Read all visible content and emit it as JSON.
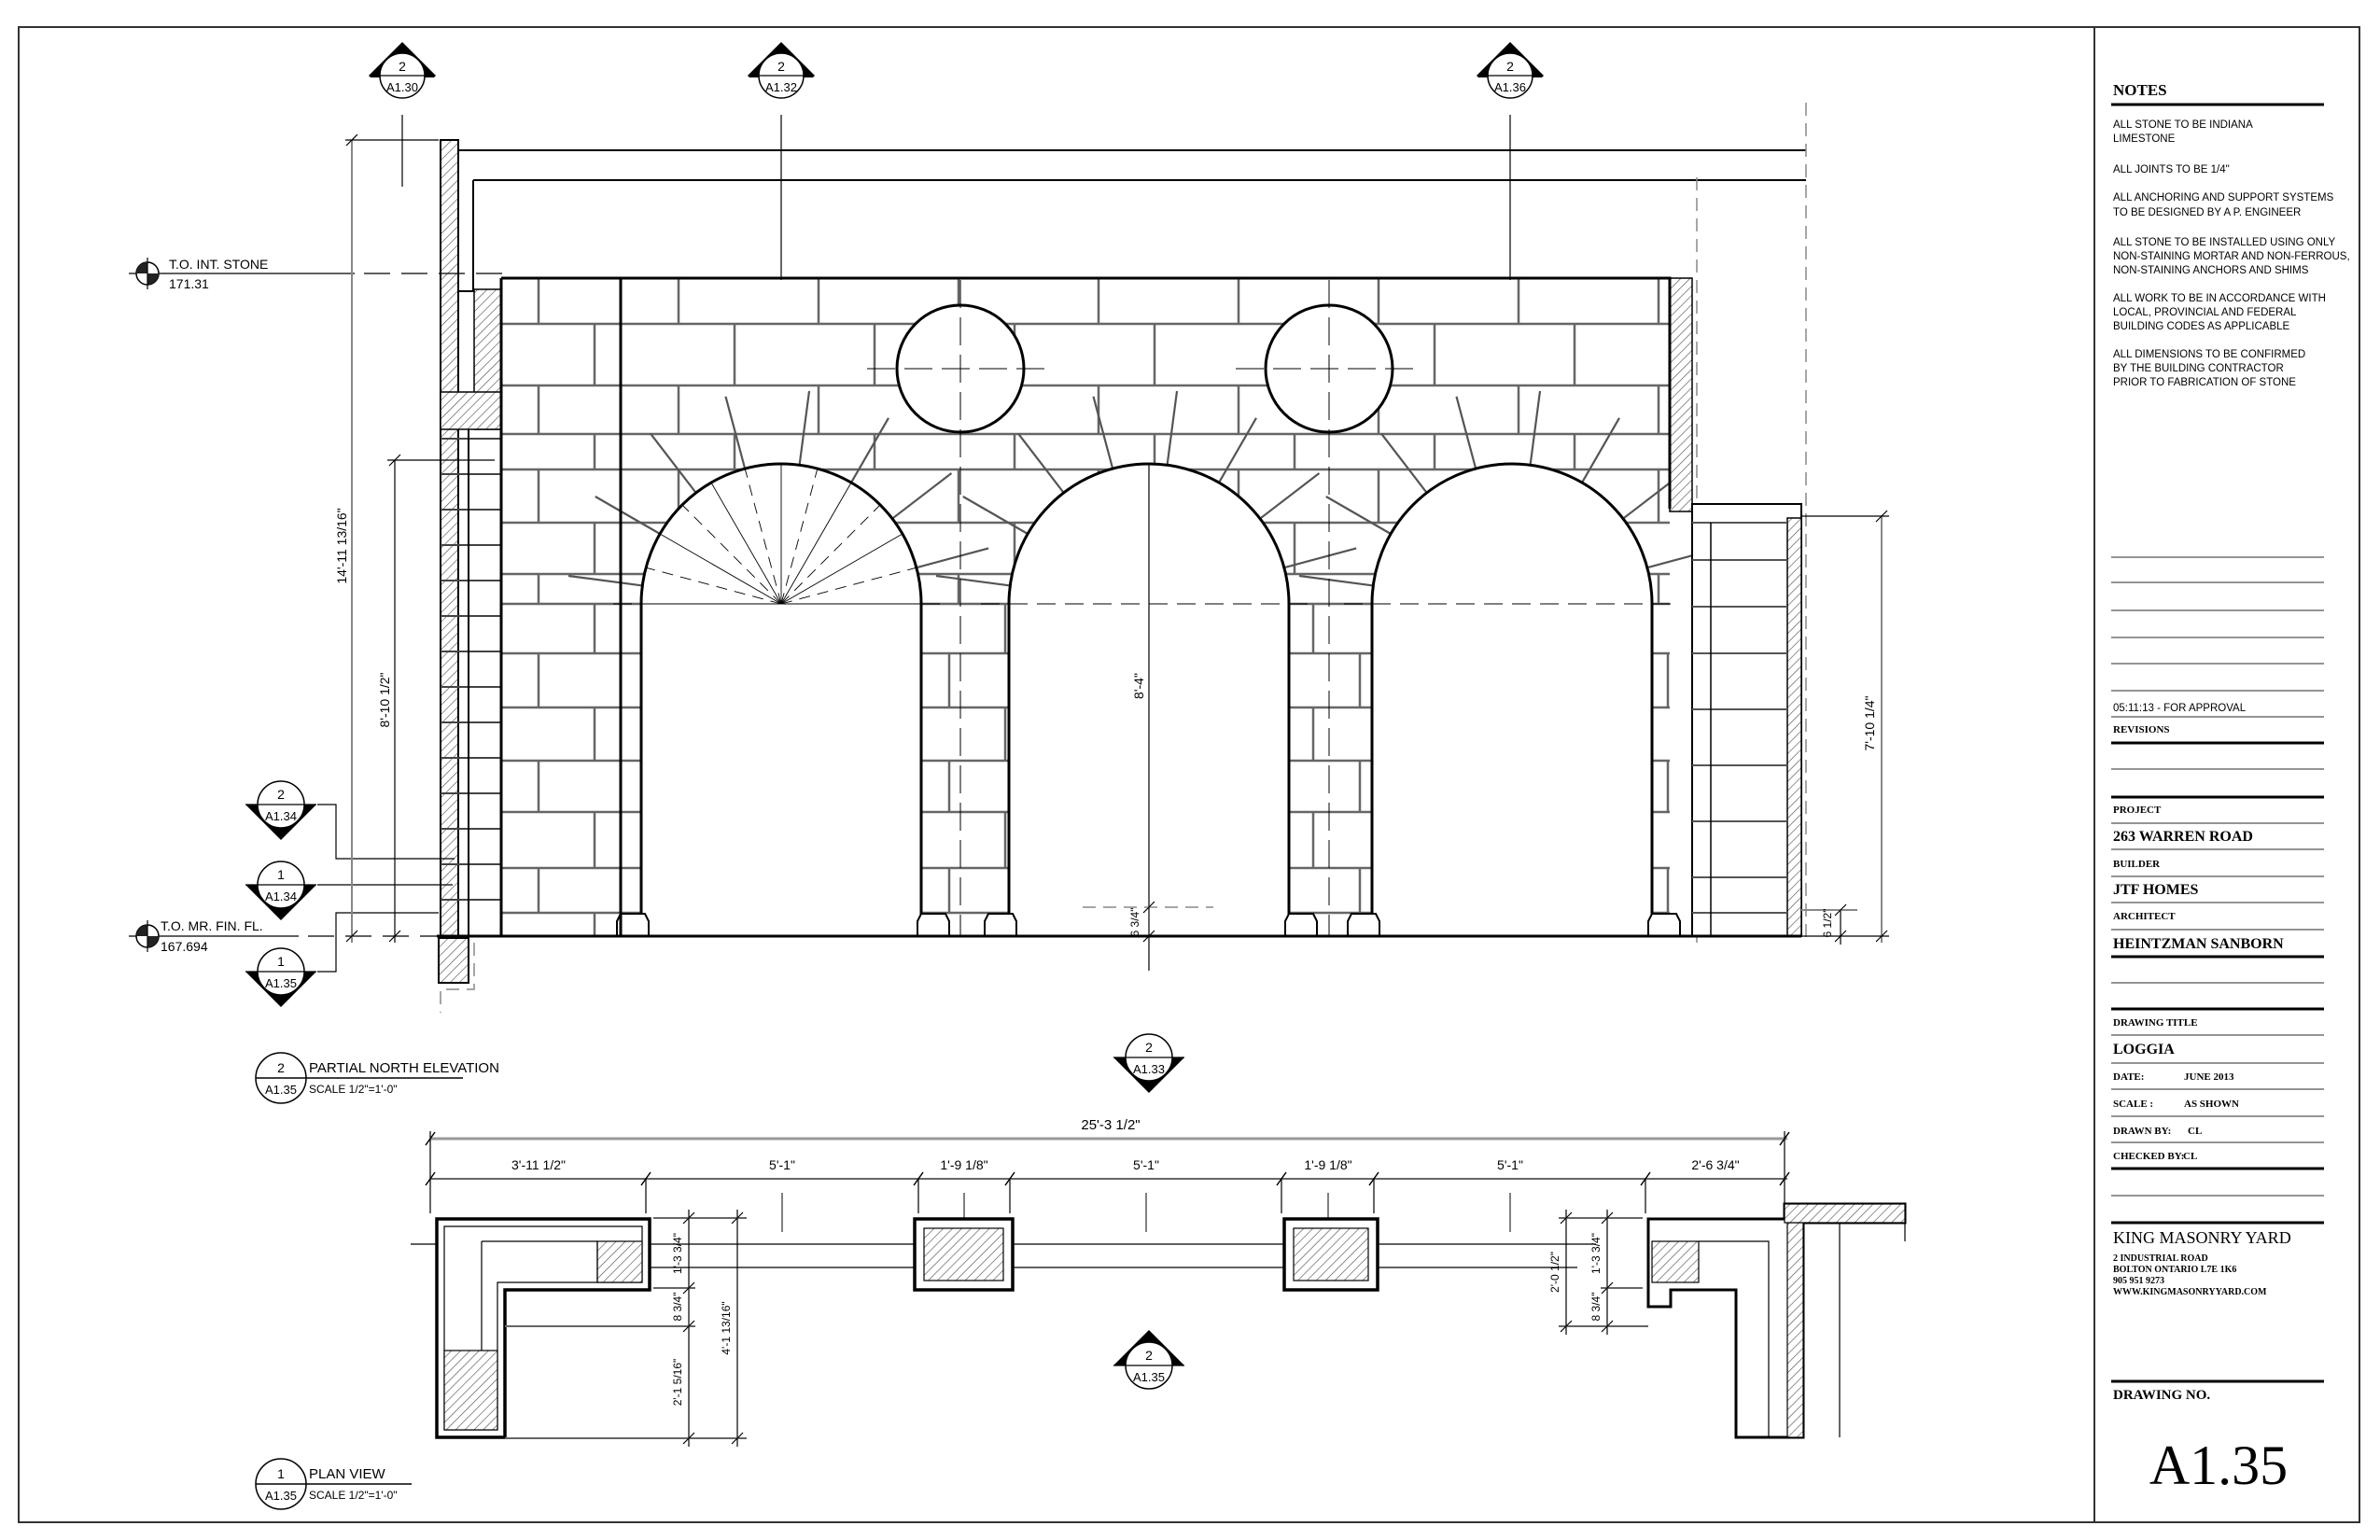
{
  "notes": {
    "heading": "NOTES",
    "items": [
      [
        "ALL STONE TO BE INDIANA",
        "LIMESTONE"
      ],
      [
        "ALL JOINTS TO BE 1/4\""
      ],
      [
        "ALL ANCHORING AND SUPPORT SYSTEMS",
        "TO BE DESIGNED BY A P. ENGINEER"
      ],
      [
        "ALL STONE TO BE INSTALLED USING ONLY",
        "NON-STAINING MORTAR AND NON-FERROUS,",
        "NON-STAINING ANCHORS AND SHIMS"
      ],
      [
        "ALL WORK TO BE IN ACCORDANCE WITH",
        "LOCAL, PROVINCIAL AND FEDERAL",
        "BUILDING CODES AS APPLICABLE"
      ],
      [
        "ALL DIMENSIONS TO BE CONFIRMED",
        "BY THE BUILDING CONTRACTOR",
        "PRIOR TO FABRICATION OF STONE"
      ]
    ]
  },
  "title_block": {
    "revision_entry": "05:11:13 - FOR APPROVAL",
    "revisions_label": "REVISIONS",
    "project_label": "PROJECT",
    "project": "263 WARREN ROAD",
    "builder_label": "BUILDER",
    "builder": "JTF HOMES",
    "architect_label": "ARCHITECT",
    "architect": "HEINTZMAN SANBORN",
    "drawing_title_label": "DRAWING TITLE",
    "drawing_title": "LOGGIA",
    "date_label": "DATE:",
    "date": "JUNE 2013",
    "scale_label": "SCALE :",
    "scale": "AS SHOWN",
    "drawn_by_label": "DRAWN BY:",
    "drawn_by": "CL",
    "checked_by_label": "CHECKED BY:",
    "checked_by": "CL",
    "company": {
      "name": "KING MASONRY YARD",
      "address1": "2 INDUSTRIAL ROAD",
      "address2": "BOLTON ONTARIO L7E 1K6",
      "phone": "905 951 9273",
      "web": "WWW.KINGMASONRYYARD.COM"
    },
    "drawing_no_label": "DRAWING NO.",
    "drawing_no": "A1.35"
  },
  "elevation": {
    "title": "PARTIAL NORTH ELEVATION",
    "scale": "SCALE 1/2\"=1'-0\"",
    "ref": {
      "num": "2",
      "sheet": "A1.35"
    },
    "datums": [
      {
        "label": "T.O. INT. STONE",
        "value": "171.31"
      },
      {
        "label": "T.O. MR. FIN. FL.",
        "value": "167.694"
      }
    ],
    "top_markers": [
      {
        "num": "2",
        "sheet": "A1.30"
      },
      {
        "num": "2",
        "sheet": "A1.32"
      },
      {
        "num": "2",
        "sheet": "A1.36"
      }
    ],
    "side_markers": [
      {
        "num": "2",
        "sheet": "A1.34"
      },
      {
        "num": "1",
        "sheet": "A1.34"
      },
      {
        "num": "1",
        "sheet": "A1.35"
      }
    ],
    "dimensions": {
      "overall_height": "14'-11 13/16\"",
      "arch_spring": "8'-10 1/2\"",
      "arch_height": "8'-4\"",
      "base_center": "6 3/4\"",
      "right_height": "7'-10 1/4\"",
      "right_base": "6 1/2\""
    }
  },
  "plan": {
    "title": "PLAN VIEW",
    "scale": "SCALE 1/2\"=1'-0\"",
    "ref": {
      "num": "1",
      "sheet": "A1.35"
    },
    "markers": [
      {
        "num": "2",
        "sheet": "A1.33"
      },
      {
        "num": "2",
        "sheet": "A1.35"
      }
    ],
    "overall": "25'-3 1/2\"",
    "segments": [
      "3'-11 1/2\"",
      "5'-1\"",
      "1'-9 1/8\"",
      "5'-1\"",
      "1'-9 1/8\"",
      "5'-1\"",
      "2'-6 3/4\""
    ],
    "left_dims": [
      "1'-3 3/4\"",
      "8 3/4\"",
      "2'-1 5/16\"",
      "4'-1 13/16\""
    ],
    "right_dims": [
      "2'-0 1/2\"",
      "1'-3 3/4\"",
      "8 3/4\""
    ]
  }
}
